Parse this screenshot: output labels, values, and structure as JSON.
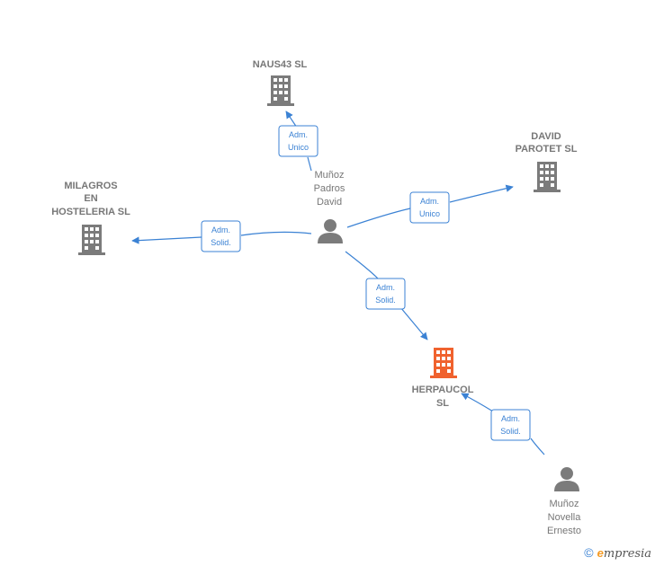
{
  "nodes": {
    "naus43": {
      "lines": [
        "NAUS43 SL"
      ],
      "kind": "company"
    },
    "david_parotet": {
      "lines": [
        "DAVID",
        "PAROTET  SL"
      ],
      "kind": "company"
    },
    "milagros": {
      "lines": [
        "MILAGROS",
        "EN",
        "HOSTELERIA SL"
      ],
      "kind": "company"
    },
    "munoz_padros": {
      "lines": [
        "Muñoz",
        "Padros",
        "David"
      ],
      "kind": "person"
    },
    "herpaucol": {
      "lines": [
        "HERPAUCOL",
        "SL"
      ],
      "kind": "company-focus"
    },
    "munoz_novella": {
      "lines": [
        "Muñoz",
        "Novella",
        "Ernesto"
      ],
      "kind": "person"
    }
  },
  "edges": [
    {
      "from": "munoz_padros",
      "to": "naus43",
      "label": [
        "Adm.",
        "Unico"
      ]
    },
    {
      "from": "munoz_padros",
      "to": "david_parotet",
      "label": [
        "Adm.",
        "Unico"
      ]
    },
    {
      "from": "munoz_padros",
      "to": "milagros",
      "label": [
        "Adm.",
        "Solid."
      ]
    },
    {
      "from": "munoz_padros",
      "to": "herpaucol",
      "label": [
        "Adm.",
        "Solid."
      ]
    },
    {
      "from": "munoz_novella",
      "to": "herpaucol",
      "label": [
        "Adm.",
        "Solid."
      ]
    }
  ],
  "colors": {
    "edge": "#3b82d4",
    "company_icon": "#7b7b7b",
    "focus_icon": "#f0622e",
    "person_icon": "#7b7b7b"
  },
  "footer": {
    "copyright": "©",
    "brand_e": "e",
    "brand_rest": "mpresia"
  }
}
